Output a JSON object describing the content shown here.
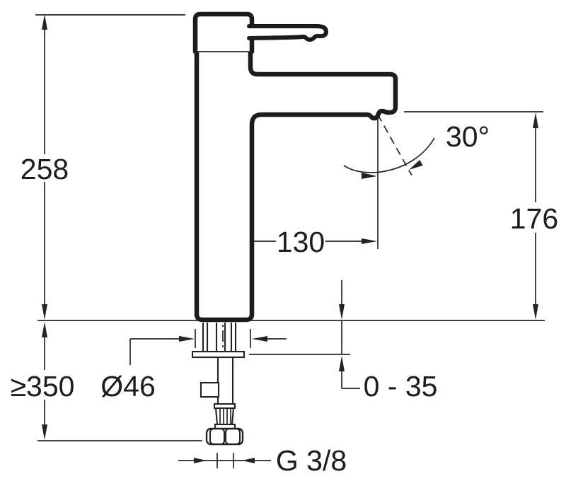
{
  "drawing": {
    "type": "technical-dimension-drawing",
    "subject": "single-lever basin mixer faucet, side elevation",
    "background_color": "#ffffff",
    "line_color": "#1d1d1f",
    "dimensions": {
      "total_height": "258",
      "min_clearance": "≥350",
      "base_diameter": "Ø46",
      "spout_reach": "130",
      "spout_outlet_height": "176",
      "handle_angle": "30°",
      "deck_thickness_range": "0 - 35",
      "supply_connection": "G 3/8"
    }
  }
}
